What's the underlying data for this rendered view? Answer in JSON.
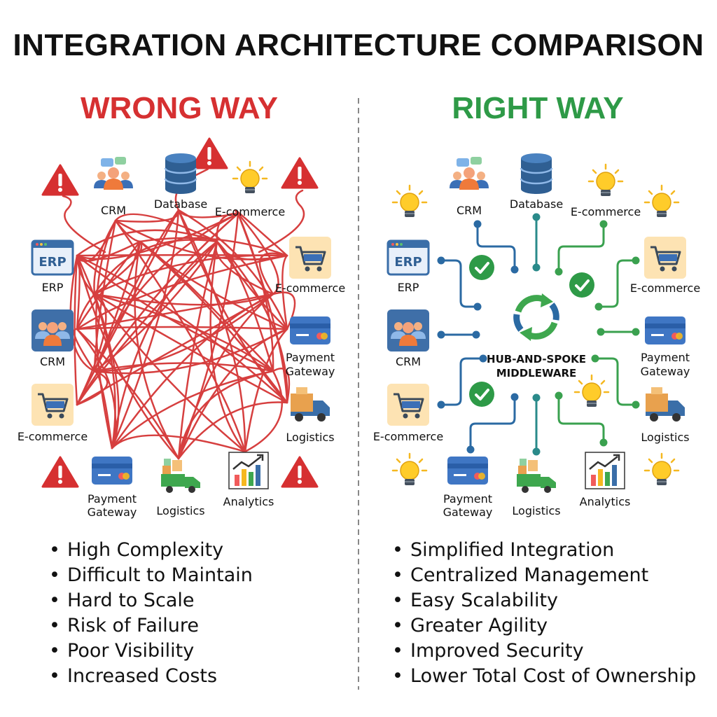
{
  "title": "INTEGRATION ARCHITECTURE COMPARISON",
  "wrong": {
    "heading": "WRONG WAY",
    "nodes": {
      "crm_top": "CRM",
      "database": "Database",
      "ecommerce_top": "E-commerce",
      "erp": "ERP",
      "crm_left": "CRM",
      "ecommerce_left": "E-commerce",
      "ecommerce_right": "E-commerce",
      "payment_right_1": "Payment",
      "payment_right_2": "Gateway",
      "logistics_right": "Logistics",
      "payment_bottom_1": "Payment",
      "payment_bottom_2": "Gateway",
      "logistics_bottom": "Logistics",
      "analytics": "Analytics"
    },
    "bullets": [
      "High Complexity",
      "Difficult to Maintain",
      "Hard to Scale",
      "Risk of Failure",
      "Poor Visibility",
      "Increased Costs"
    ]
  },
  "right": {
    "heading": "RIGHT WAY",
    "hub_line1": "HUB-AND-SPOKE",
    "hub_line2": "MIDDLEWARE",
    "nodes": {
      "crm_top": "CRM",
      "database": "Database",
      "ecommerce_top": "E-commerce",
      "erp": "ERP",
      "crm_left": "CRM",
      "ecommerce_left": "E-commerce",
      "ecommerce_right": "E-commerce",
      "payment_right_1": "Payment",
      "payment_right_2": "Gateway",
      "logistics_right": "Logistics",
      "payment_bottom_1": "Payment",
      "payment_bottom_2": "Gateway",
      "logistics_bottom": "Logistics",
      "analytics": "Analytics"
    },
    "bullets": [
      "Simplified Integration",
      "Centralized Management",
      "Easy Scalability",
      "Greater Agility",
      "Improved Security",
      "Lower Total Cost of Ownership"
    ]
  },
  "colors": {
    "wrong": "#d63031",
    "right": "#2e9a47",
    "blue_line": "#2b6aa3",
    "teal_line": "#2a8a8a",
    "green_line": "#3aa14f"
  },
  "icons": [
    "warning-icon",
    "lightbulb-icon",
    "check-icon",
    "sync-icon",
    "crm-people-icon",
    "database-icon",
    "erp-window-icon",
    "cart-icon",
    "card-icon",
    "truck-icon",
    "analytics-chart-icon"
  ]
}
